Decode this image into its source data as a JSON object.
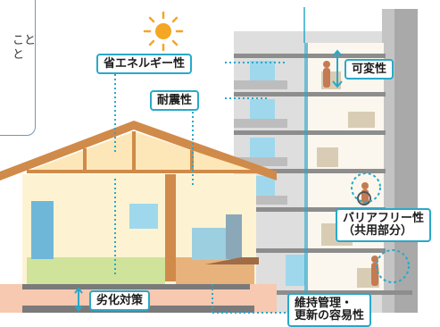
{
  "note": {
    "lines": [
      "こと",
      "と"
    ]
  },
  "labels": {
    "energy": "省エネルギー性",
    "seismic": "耐震性",
    "variable": "可変性",
    "barrier_free_line1": "バリアフリー性",
    "barrier_free_line2": "（共用部分）",
    "deterioration": "劣化対策",
    "maintenance_line1": "維持管理・",
    "maintenance_line2": "更新の容易性"
  },
  "colors": {
    "accent": "#2aa8c9",
    "roof": "#d08a4a",
    "wall_inner": "#fdf3d2",
    "building_gray": "#cfcfcf",
    "building_dark": "#9a9a9a",
    "window": "#9fd8ec",
    "sun": "#f5a623",
    "floor_green": "#cfe39a",
    "foundation": "#f6c9b0"
  }
}
